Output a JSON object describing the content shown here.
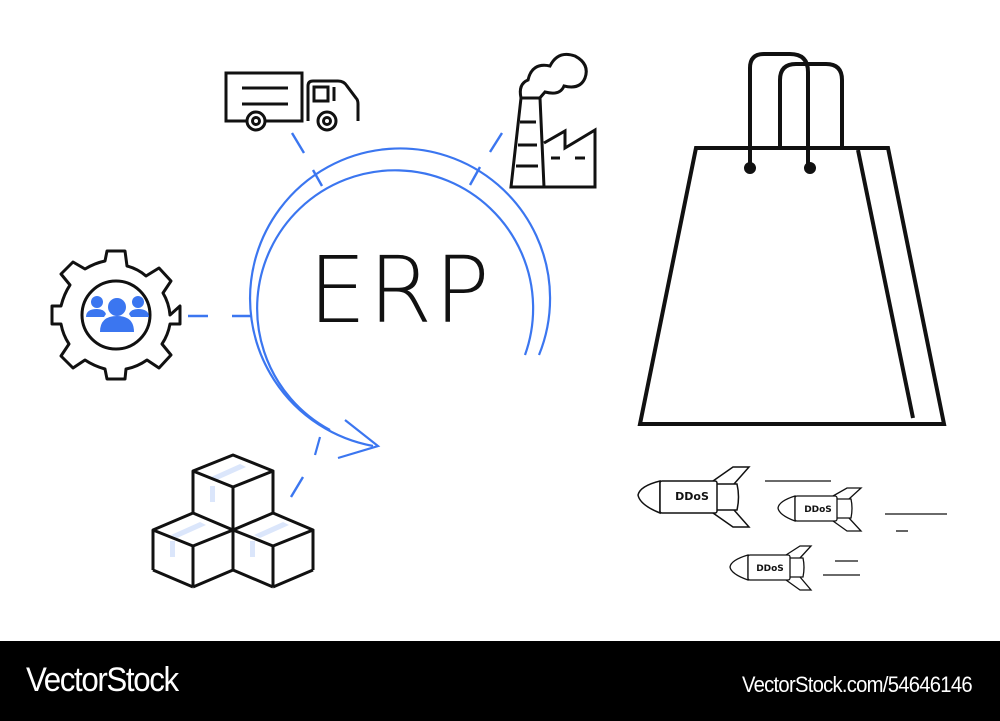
{
  "diagram": {
    "center_label": "ERP",
    "nodes": [
      {
        "id": "truck",
        "icon": "delivery-truck-icon"
      },
      {
        "id": "factory",
        "icon": "factory-icon"
      },
      {
        "id": "team-gear",
        "icon": "team-gear-icon"
      },
      {
        "id": "boxes",
        "icon": "stacked-boxes-icon"
      }
    ],
    "shopping_bag": {
      "icon": "shopping-bag-icon"
    },
    "rockets": [
      {
        "label": "DDoS",
        "size": "large"
      },
      {
        "label": "DDoS",
        "size": "medium"
      },
      {
        "label": "DDoS",
        "size": "small"
      }
    ],
    "colors": {
      "accent": "#3b76f0",
      "stroke": "#111111",
      "box_tape": "#dbe6fb"
    }
  },
  "footer": {
    "brand": "VectorStock",
    "reference": "VectorStock.com/54646146"
  }
}
